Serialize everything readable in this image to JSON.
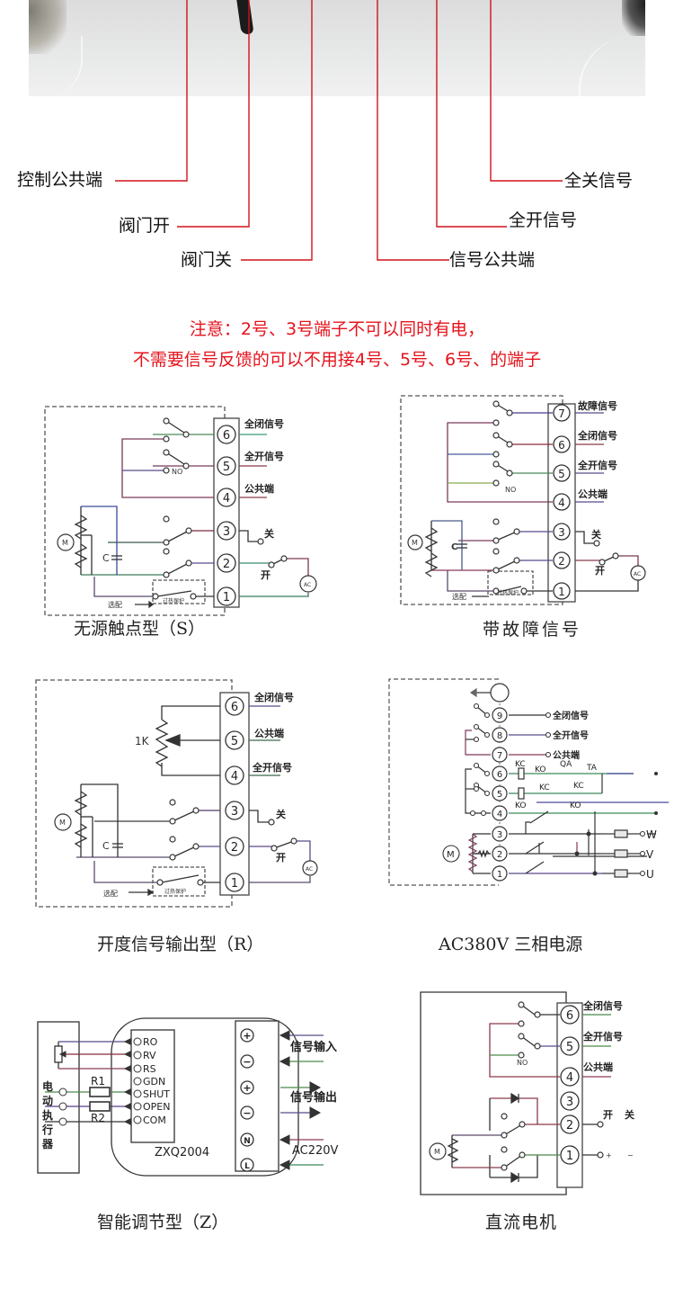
{
  "photo_callouts": {
    "left": [
      "控制公共端",
      "阀门开",
      "阀门关"
    ],
    "right": [
      "信号公共端",
      "全开信号",
      "全关信号"
    ]
  },
  "notice": {
    "line1": "注意：2号、3号端子不可以同时有电，",
    "line2": "不需要信号反馈的可以不用接4号、5号、6号、的端子",
    "color": "#e5131c"
  },
  "diagrams": {
    "passive_contact": {
      "caption": "无源触点型（S）",
      "terminals": [
        "6",
        "5",
        "4",
        "3",
        "2",
        "1"
      ],
      "labels": {
        "t6": "全闭信号",
        "t5": "全开信号",
        "t4": "公共端",
        "close": "关",
        "open": "开",
        "no": "NO",
        "motor": "M",
        "cap": "C",
        "ac": "AC",
        "overheat": "过热保护",
        "option": "选配"
      }
    },
    "fault_signal": {
      "caption": "带故障信号",
      "terminals": [
        "7",
        "6",
        "5",
        "4",
        "3",
        "2",
        "1"
      ],
      "labels": {
        "t7": "故障信号",
        "t6": "全闭信号",
        "t5": "全开信号",
        "t4": "公共端",
        "close": "关",
        "open": "开",
        "no": "NO",
        "motor": "M",
        "cap": "C",
        "ac": "AC",
        "overheat": "过热保护",
        "option": "选配"
      }
    },
    "opening_signal": {
      "caption": "开度信号输出型（R）",
      "terminals": [
        "6",
        "5",
        "4",
        "3",
        "2",
        "1"
      ],
      "labels": {
        "t6": "全闭信号",
        "t5": "公共端",
        "t4": "全开信号",
        "pot": "1K",
        "close": "关",
        "open": "开",
        "motor": "M",
        "cap": "C",
        "ac": "AC",
        "overheat": "过热保护",
        "option": "选配"
      }
    },
    "three_phase": {
      "caption": "AC380V 三相电源",
      "terminals": [
        "9",
        "8",
        "7",
        "6",
        "5",
        "4",
        "3",
        "2",
        "1"
      ],
      "labels": {
        "t9": "全闭信号",
        "t8": "全开信号",
        "t7": "公共端",
        "kc": "KC",
        "ko": "KO",
        "qa": "QA",
        "ta": "TA",
        "w": "W",
        "v": "V",
        "u": "U",
        "motor": "M"
      }
    },
    "smart": {
      "caption": "智能调节型（Z）",
      "actuator": "电动执行器",
      "pins": [
        "RO",
        "RV",
        "RS",
        "GDN",
        "SHUT",
        "OPEN",
        "COM"
      ],
      "r1": "R1",
      "r2": "R2",
      "model": "ZXQ2004",
      "right_terminals": [
        "+",
        "−",
        "+",
        "−",
        "N",
        "L"
      ],
      "signal_in": "信号输入",
      "signal_out": "信号输出",
      "power": "AC220V"
    },
    "dc_motor": {
      "caption": "直流电机",
      "terminals": [
        "6",
        "5",
        "4",
        "3",
        "2",
        "1"
      ],
      "labels": {
        "t6": "全闭信号",
        "t5": "全开信号",
        "t4": "公共端",
        "open": "开",
        "close": "关",
        "plus": "+",
        "minus": "−",
        "no": "NO",
        "motor": "M"
      }
    }
  }
}
